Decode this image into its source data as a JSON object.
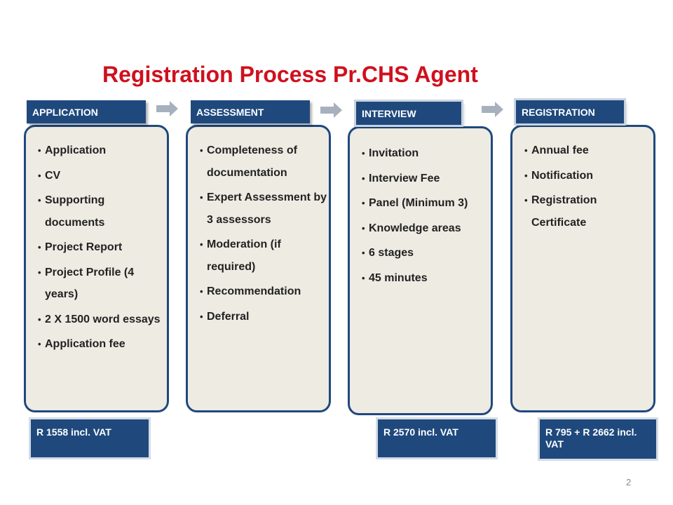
{
  "title": "Registration Process Pr.CHS Agent",
  "steps": [
    {
      "label": "APPLICATION",
      "items": [
        "Application",
        "CV",
        "Supporting documents",
        "Project Report",
        "Project Profile (4 years)",
        "2 X 1500 word essays",
        "Application fee"
      ],
      "fee": "R 1558 incl. VAT"
    },
    {
      "label": "ASSESSMENT",
      "items": [
        "Completeness of documentation",
        "Expert Assessment by 3 assessors",
        "Moderation (if required)",
        "Recommendation",
        "Deferral"
      ],
      "fee": ""
    },
    {
      "label": "INTERVIEW",
      "items": [
        "Invitation",
        "Interview Fee",
        "Panel (Minimum 3)",
        "Knowledge areas",
        "6 stages",
        "45 minutes"
      ],
      "fee": "R 2570 incl. VAT"
    },
    {
      "label": "REGISTRATION",
      "items": [
        "Annual fee",
        "Notification",
        "Registration Certificate"
      ],
      "fee": "R 795 + R 2662 incl. VAT"
    }
  ],
  "page_number": "2",
  "colors": {
    "title": "#d0101e",
    "accent": "#1f497d",
    "card_bg": "#eeebe3",
    "arrow": "#a7b0bd"
  }
}
